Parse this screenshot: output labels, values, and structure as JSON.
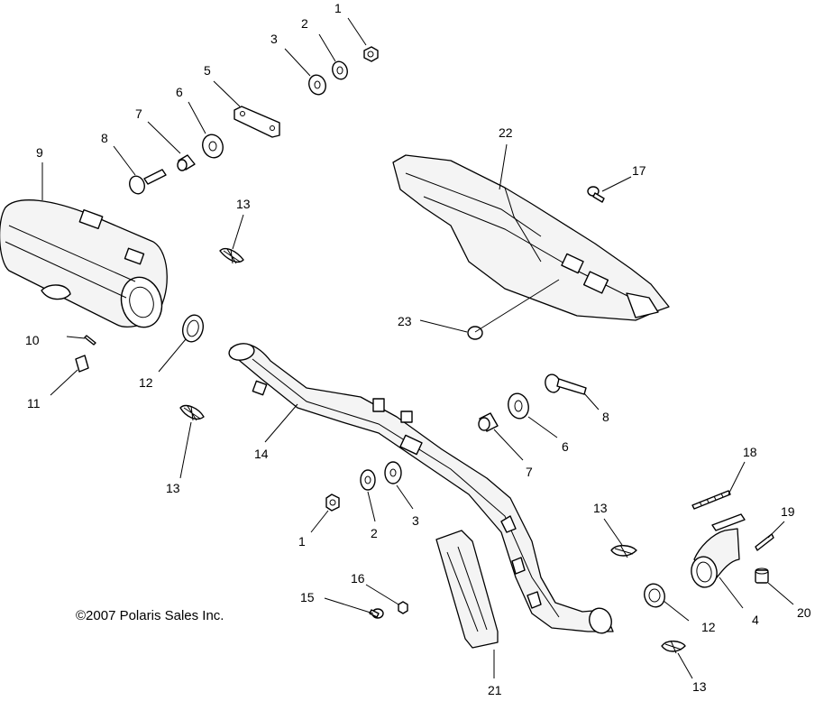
{
  "copyright": "©2007 Polaris Sales Inc.",
  "callouts": [
    {
      "id": "c1a",
      "text": "1"
    },
    {
      "id": "c2a",
      "text": "2"
    },
    {
      "id": "c3a",
      "text": "3"
    },
    {
      "id": "c5",
      "text": "5"
    },
    {
      "id": "c6a",
      "text": "6"
    },
    {
      "id": "c7a",
      "text": "7"
    },
    {
      "id": "c8a",
      "text": "8"
    },
    {
      "id": "c9",
      "text": "9"
    },
    {
      "id": "c22",
      "text": "22"
    },
    {
      "id": "c17",
      "text": "17"
    },
    {
      "id": "c13a",
      "text": "13"
    },
    {
      "id": "c10",
      "text": "10"
    },
    {
      "id": "c11",
      "text": "11"
    },
    {
      "id": "c12a",
      "text": "12"
    },
    {
      "id": "c23",
      "text": "23"
    },
    {
      "id": "c8b",
      "text": "8"
    },
    {
      "id": "c6b",
      "text": "6"
    },
    {
      "id": "c7b",
      "text": "7"
    },
    {
      "id": "c14",
      "text": "14"
    },
    {
      "id": "c13b",
      "text": "13"
    },
    {
      "id": "c18",
      "text": "18"
    },
    {
      "id": "c2b",
      "text": "2"
    },
    {
      "id": "c3b",
      "text": "3"
    },
    {
      "id": "c1b",
      "text": "1"
    },
    {
      "id": "c13c",
      "text": "13"
    },
    {
      "id": "c19",
      "text": "19"
    },
    {
      "id": "c16",
      "text": "16"
    },
    {
      "id": "c15",
      "text": "15"
    },
    {
      "id": "c12b",
      "text": "12"
    },
    {
      "id": "c4",
      "text": "4"
    },
    {
      "id": "c20",
      "text": "20"
    },
    {
      "id": "c21",
      "text": "21"
    },
    {
      "id": "c13d",
      "text": "13"
    }
  ]
}
